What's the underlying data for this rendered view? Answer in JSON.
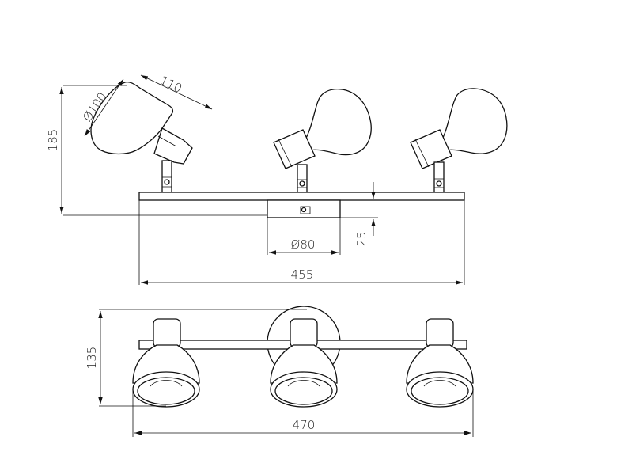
{
  "drawing": {
    "dimensions": {
      "shade_length": "110",
      "shade_diameter": "Ø100",
      "height_side": "185",
      "base_diameter": "Ø80",
      "base_depth": "25",
      "width_side": "455",
      "height_front": "135",
      "width_front": "470"
    },
    "colors": {
      "line": "#111111",
      "background": "#ffffff"
    }
  }
}
